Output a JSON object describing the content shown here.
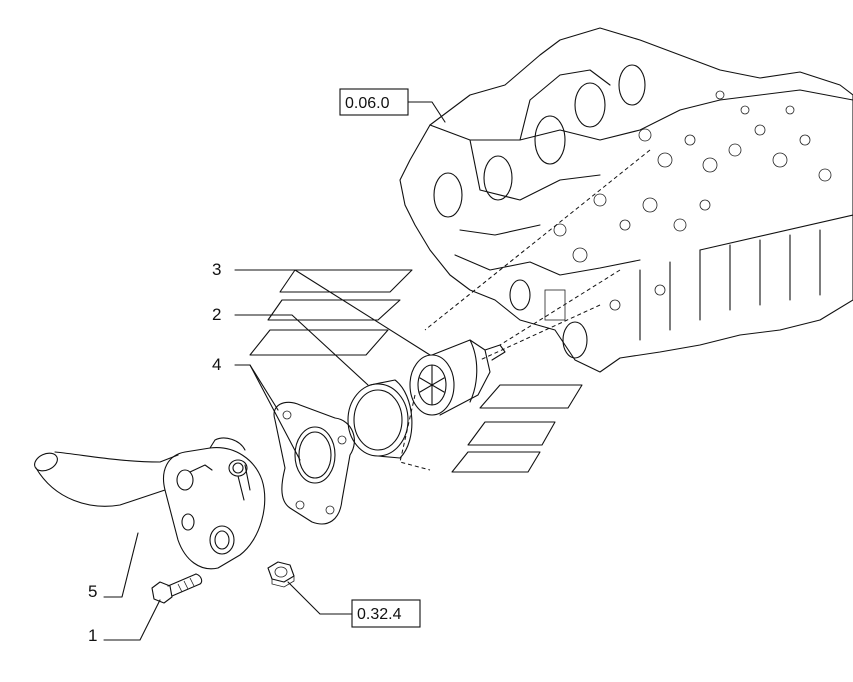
{
  "callouts": [
    {
      "id": "1",
      "label": "1"
    },
    {
      "id": "2",
      "label": "2"
    },
    {
      "id": "3",
      "label": "3"
    },
    {
      "id": "4",
      "label": "4"
    },
    {
      "id": "5",
      "label": "5"
    }
  ],
  "references": [
    {
      "id": "engine-block",
      "label": "0.06.0"
    },
    {
      "id": "nut",
      "label": "0.32.4"
    }
  ]
}
